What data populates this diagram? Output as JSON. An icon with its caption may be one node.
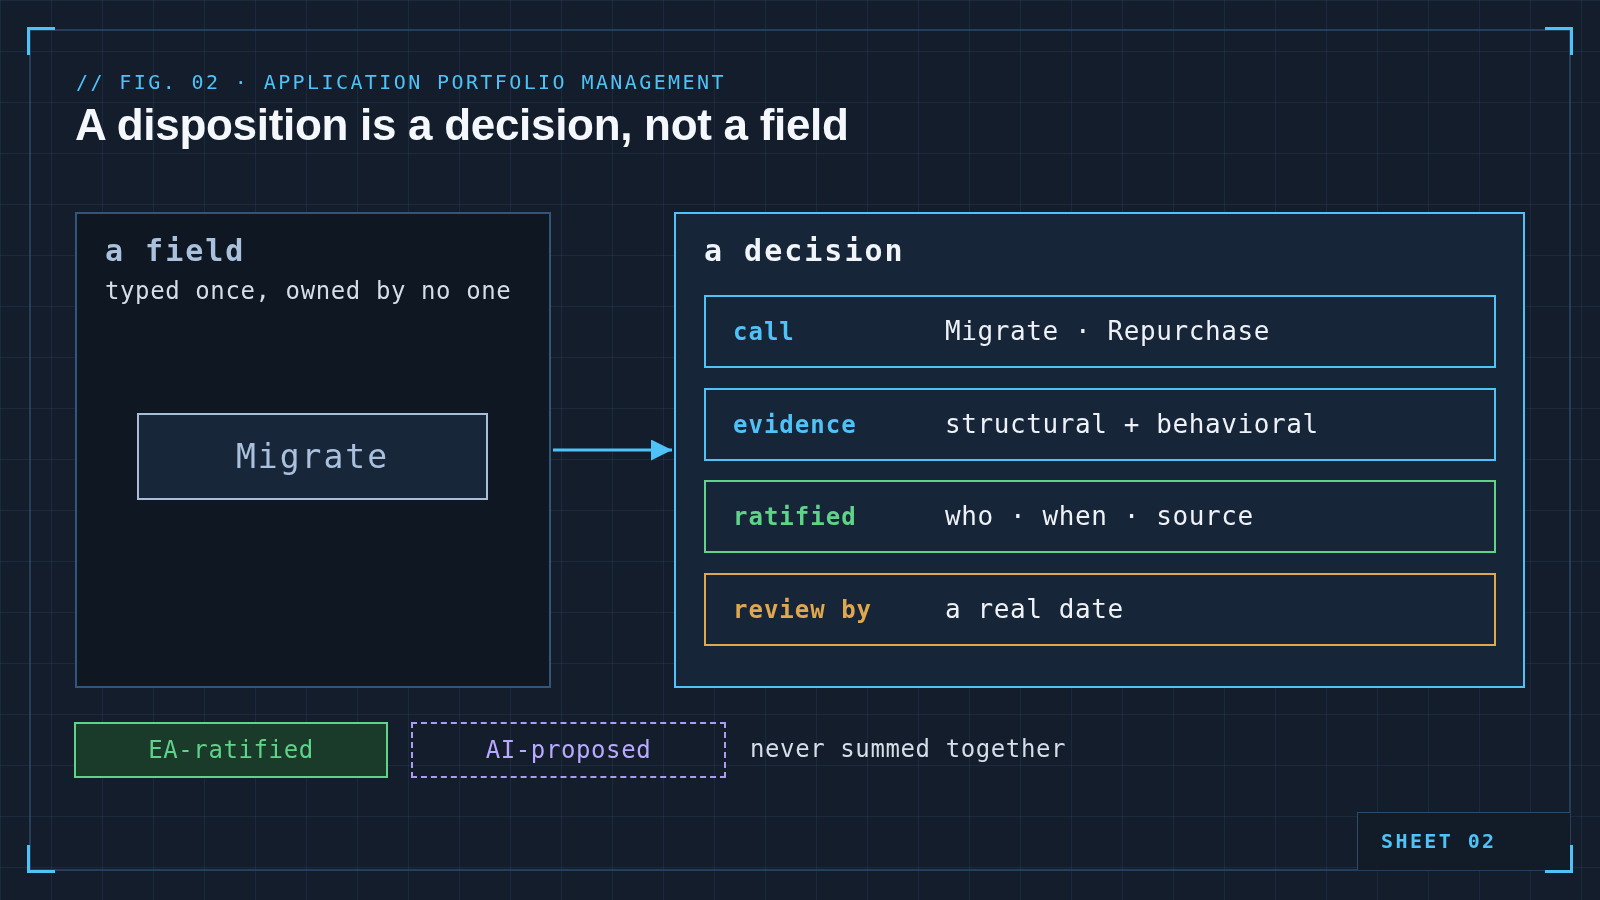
{
  "diagram": {
    "title": "A disposition is a decision, not a field",
    "nodes": [
      {
        "text": [
          "a field",
          "typed once, owned by no one"
        ]
      },
      {
        "text": [
          "Migrate"
        ],
        "in": 0
      },
      {
        "text": [
          "a decision"
        ]
      },
      {
        "text": [
          "call",
          "Migrate · Repurchase"
        ],
        "in": 2
      },
      {
        "text": [
          "evidence",
          "structural + behavioral"
        ],
        "in": 2
      },
      {
        "text": [
          "ratified",
          "who · when · source"
        ],
        "in": 2
      },
      {
        "text": [
          "review by",
          "a real date"
        ],
        "in": 2
      },
      {
        "text": [
          "EA-ratified"
        ]
      },
      {
        "text": [
          "AI-proposed"
        ]
      }
    ],
    "edges": [
      {
        "from": 0,
        "to": 2,
        "arrow": "to"
      }
    ],
    "labels": [
      "// FIG. 02 · APPLICATION PORTFOLIO MANAGEMENT",
      "never summed together",
      "SHEET 02"
    ]
  }
}
